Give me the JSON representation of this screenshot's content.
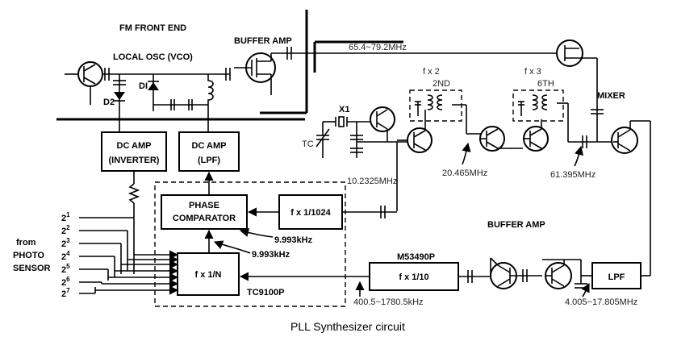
{
  "title": "FM FRONT END",
  "caption": "PLL Synthesizer circuit",
  "labels": {
    "buffer_amp_top": "BUFFER AMP",
    "local_osc": "LOCAL OSC (VCO)",
    "d1": "DI",
    "d2": "D2",
    "x1": "X1",
    "tc": "TC",
    "mixer": "MIXER",
    "f2": "f x 2",
    "f2_sub": "2ND",
    "f3": "f x 3",
    "f3_sub": "6TH",
    "buffer_amp_bottom": "BUFFER AMP",
    "from_photo": [
      "from",
      "PHOTO",
      "SENSOR"
    ],
    "ic1": "TC9100P",
    "ic2": "M53490P"
  },
  "blocks": {
    "dc_amp_inv": [
      "DC AMP",
      "(INVERTER)"
    ],
    "dc_amp_lpf": [
      "DC AMP",
      "(LPF)"
    ],
    "phase_comp": [
      "PHASE",
      "COMPARATOR"
    ],
    "div1024": "f x 1/1024",
    "divN": "f x 1/N",
    "div10": "f x 1/10",
    "lpf": "LPF"
  },
  "freqs": {
    "vco_range": "65.4~79.2MHz",
    "xtal": "10.2325MHz",
    "f2_out": "20.465MHz",
    "f3_out": "61.395MHz",
    "ref1": "9.993kHz",
    "ref2": "9.993kHz",
    "div10_in": "400.5~1780.5kHz",
    "lpf_out": "4.005~17.805MHz"
  },
  "inputs": [
    {
      "base": "2",
      "exp": "1"
    },
    {
      "base": "2",
      "exp": "2"
    },
    {
      "base": "2",
      "exp": "3"
    },
    {
      "base": "2",
      "exp": "4"
    },
    {
      "base": "2",
      "exp": "5"
    },
    {
      "base": "2",
      "exp": "6"
    },
    {
      "base": "2",
      "exp": "7"
    }
  ]
}
